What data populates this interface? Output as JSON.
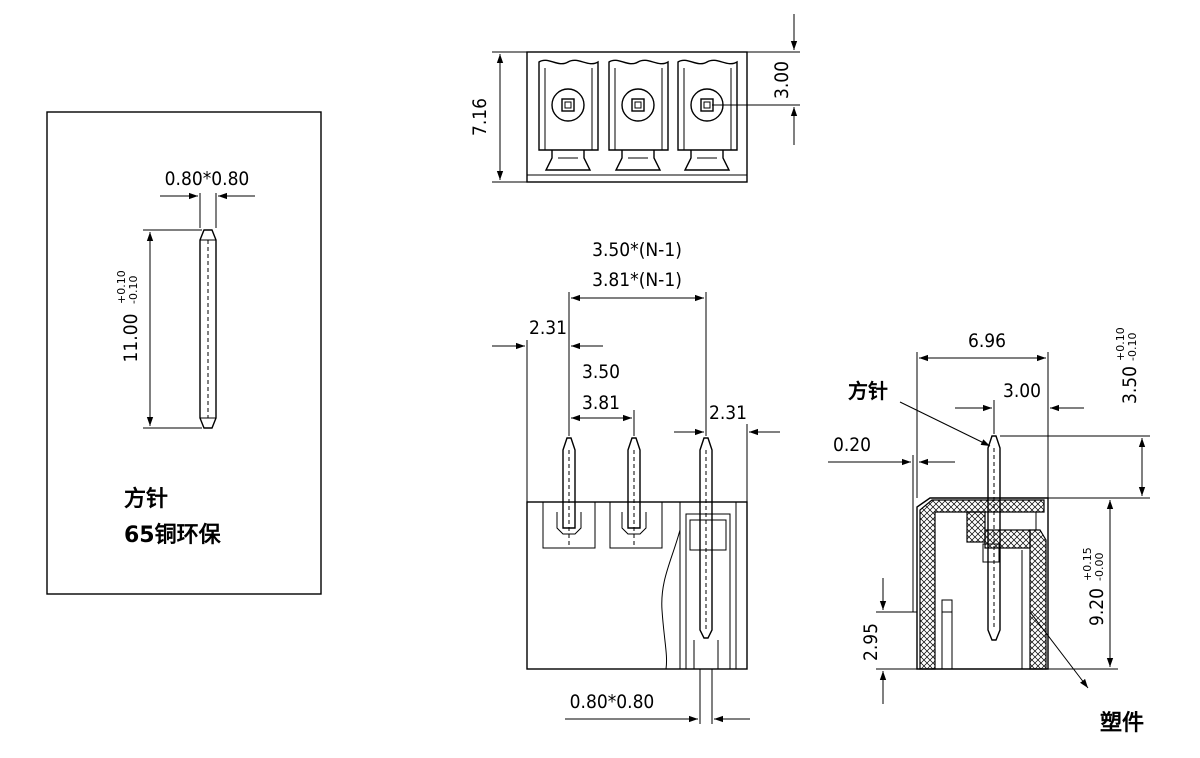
{
  "pin_detail": {
    "label_pin": "方针",
    "label_material": "65铜环保",
    "dim_section": "0.80*0.80",
    "dim_length": "11.00",
    "dim_length_tol_plus": "+0.10",
    "dim_length_tol_minus": "-0.10"
  },
  "top_view": {
    "dim_height": "7.16",
    "dim_pitch_offset": "3.00"
  },
  "front_view": {
    "dim_pitch_total_a": "3.50*(N-1)",
    "dim_pitch_total_b": "3.81*(N-1)",
    "dim_edge_left": "2.31",
    "dim_edge_right": "2.31",
    "dim_pitch_a": "3.50",
    "dim_pitch_b": "3.81",
    "dim_pin_section": "0.80*0.80"
  },
  "side_view": {
    "dim_width": "6.96",
    "dim_pin_offset": "3.00",
    "dim_gap": "0.20",
    "dim_pin_above": "3.50",
    "dim_pin_above_tol_plus": "+0.10",
    "dim_pin_above_tol_minus": "-0.10",
    "dim_body_height": "9.20",
    "dim_body_height_tol_plus": "+0.15",
    "dim_body_height_tol_minus": "-0.00",
    "dim_foot": "2.95",
    "label_pin": "方针",
    "label_plastic": "塑件"
  }
}
